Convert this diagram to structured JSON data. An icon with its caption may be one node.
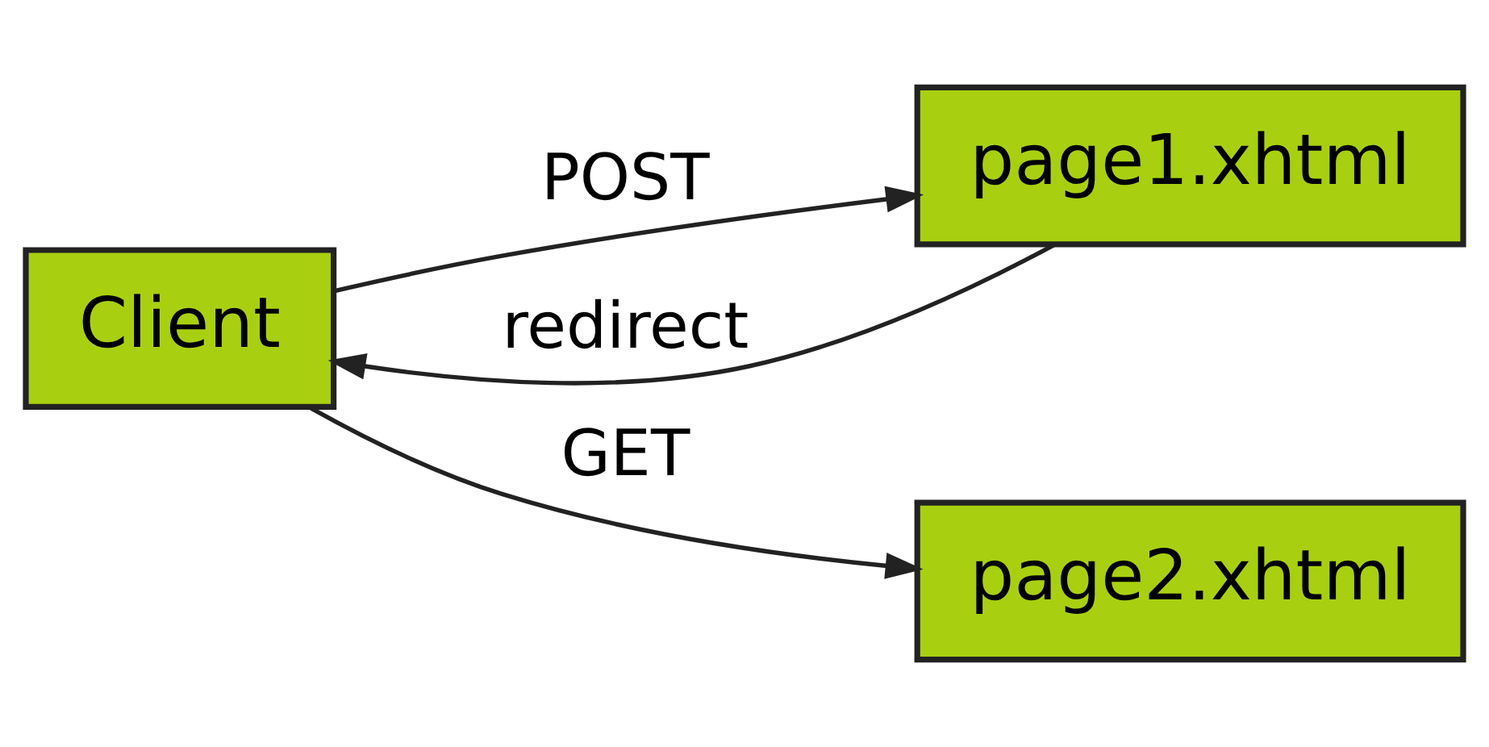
{
  "diagram": {
    "nodes": [
      {
        "text": [
          "Client"
        ]
      },
      {
        "text": [
          "page1.xhtml"
        ]
      },
      {
        "text": [
          "page2.xhtml"
        ]
      }
    ],
    "edges": [
      {
        "from": 0,
        "to": 1,
        "arrow": "to",
        "label": "POST"
      },
      {
        "from": 1,
        "to": 0,
        "arrow": "to",
        "label": "redirect"
      },
      {
        "from": 0,
        "to": 2,
        "arrow": "to",
        "label": "GET"
      }
    ]
  }
}
